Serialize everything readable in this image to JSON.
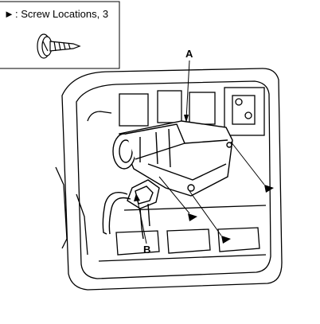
{
  "legend": {
    "marker_symbol": "►",
    "text": ": Screw Locations, 3",
    "icon": "screw-icon"
  },
  "callouts": {
    "a": "A",
    "b": "B"
  },
  "screw_marker_count": 3
}
